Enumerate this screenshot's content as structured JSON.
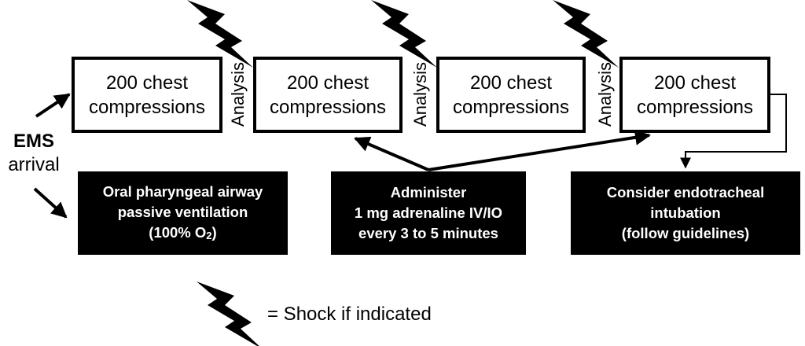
{
  "compression_boxes": [
    {
      "line1": "200 chest",
      "line2": "compressions"
    },
    {
      "line1": "200 chest",
      "line2": "compressions"
    },
    {
      "line1": "200 chest",
      "line2": "compressions"
    },
    {
      "line1": "200 chest",
      "line2": "compressions"
    }
  ],
  "analysis_label": "Analysis",
  "ems": {
    "line1": "EMS",
    "line2": "arrival"
  },
  "action_boxes": [
    {
      "line1": "Oral pharyngeal airway",
      "line2": "passive ventilation",
      "line3_pre": "(100% O",
      "line3_sub": "2",
      "line3_post": ")"
    },
    {
      "line1": "Administer",
      "line2": "1 mg adrenaline IV/IO",
      "line3": "every 3 to 5 minutes"
    },
    {
      "line1": "Consider endotracheal",
      "line2": "intubation",
      "line3": "(follow guidelines)"
    }
  ],
  "legend": {
    "text": "=  Shock if indicated",
    "icon": "lightning-bolt-icon"
  }
}
